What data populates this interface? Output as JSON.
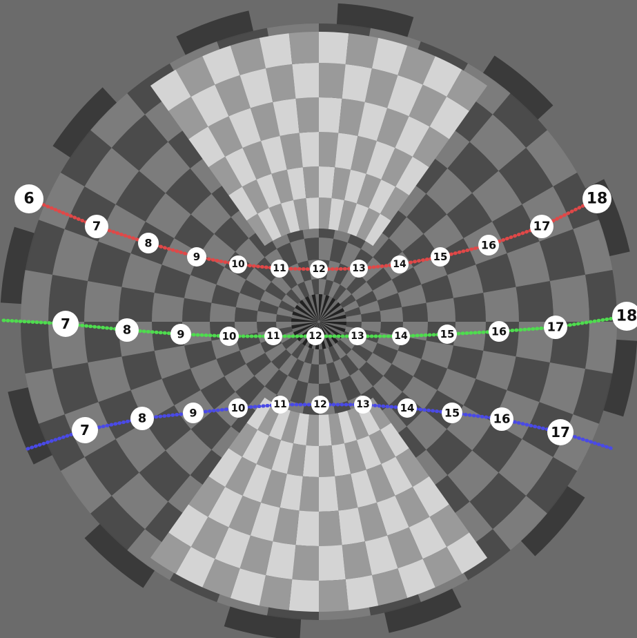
{
  "scene": {
    "colors": {
      "background": "#6b6b6b",
      "rim": "#3a3a3a",
      "checker_dark": "#4a4a4a",
      "checker_light": "#7d7d7d",
      "wedge_dark": "#9a9a9a",
      "wedge_light": "#d4d4d4",
      "ball": "#ffffff"
    },
    "tracks": [
      {
        "name": "red",
        "color": "#e04848",
        "labels": [
          "6",
          "7",
          "8",
          "9",
          "10",
          "11",
          "12",
          "13",
          "14",
          "15",
          "16",
          "17",
          "18"
        ]
      },
      {
        "name": "green",
        "color": "#4fdc4f",
        "labels": [
          "7",
          "8",
          "9",
          "10",
          "11",
          "12",
          "13",
          "14",
          "15",
          "16",
          "17",
          "18"
        ]
      },
      {
        "name": "blue",
        "color": "#4a4ae6",
        "labels": [
          "7",
          "8",
          "9",
          "10",
          "11",
          "12",
          "13",
          "14",
          "15",
          "16",
          "17"
        ]
      }
    ]
  }
}
